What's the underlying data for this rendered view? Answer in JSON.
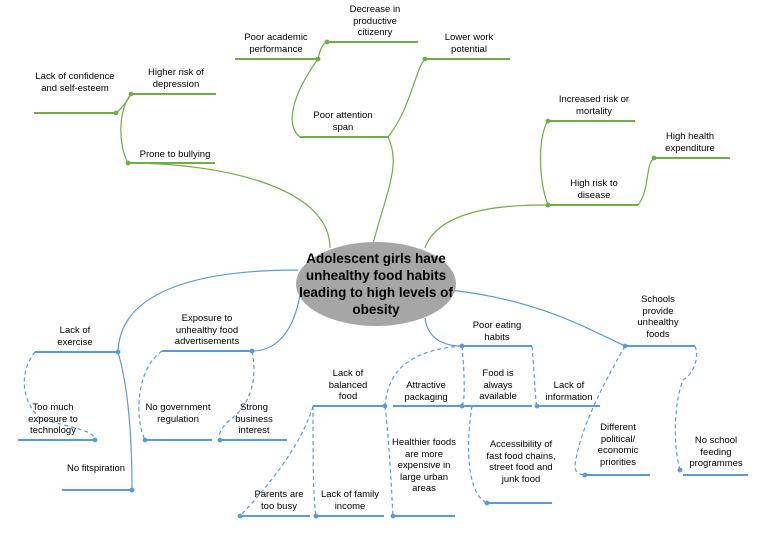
{
  "colors": {
    "effects": "#70ad47",
    "causes": "#5b9bd5",
    "center_fill": "#a6a6a6"
  },
  "center": {
    "text": "Adolescent girls have unhealthy food habits leading to high levels of obesity"
  },
  "effects": [
    {
      "id": "prone-bullying",
      "text": "Prone to bullying"
    },
    {
      "id": "higher-risk-depression",
      "text": "Higher risk of depression"
    },
    {
      "id": "lack-confidence",
      "text": "Lack of confidence and self-esteem"
    },
    {
      "id": "poor-attention-span",
      "text": "Poor attention span"
    },
    {
      "id": "poor-academic-performance",
      "text": "Poor academic performance"
    },
    {
      "id": "decrease-productive-citizenry",
      "text": "Decrease in productive citizenry"
    },
    {
      "id": "lower-work-potential",
      "text": "Lower work potential"
    },
    {
      "id": "high-risk-disease",
      "text": "High risk to disease"
    },
    {
      "id": "increased-risk-mortality",
      "text": "Increased risk or mortality"
    },
    {
      "id": "high-health-expenditure",
      "text": "High health expenditure"
    }
  ],
  "causes": [
    {
      "id": "lack-exercise",
      "text": "Lack of exercise"
    },
    {
      "id": "too-much-exposure-technology",
      "text": "Too much exposure to technology"
    },
    {
      "id": "no-fitspiration",
      "text": "No fitspiration"
    },
    {
      "id": "exposure-unhealthy-ads",
      "text": "Exposure to unhealthy food advertisements"
    },
    {
      "id": "no-government-regulation",
      "text": "No government regulation"
    },
    {
      "id": "strong-business-interest",
      "text": "Strong business interest"
    },
    {
      "id": "lack-balanced-food",
      "text": "Lack of balanced food"
    },
    {
      "id": "parents-too-busy",
      "text": "Parents are too busy"
    },
    {
      "id": "lack-family-income",
      "text": "Lack of family income"
    },
    {
      "id": "healthier-foods-expensive",
      "text": "Healthier foods are more expensive in large urban areas"
    },
    {
      "id": "poor-eating-habits",
      "text": "Poor eating habits"
    },
    {
      "id": "attractive-packaging",
      "text": "Attractive packaging"
    },
    {
      "id": "food-always-available",
      "text": "Food is always available"
    },
    {
      "id": "lack-information",
      "text": "Lack of information"
    },
    {
      "id": "accessibility-fast-food",
      "text": "Accessibility of fast food chains, street food and junk food"
    },
    {
      "id": "schools-unhealthy-foods",
      "text": "Schools provide unhealthy foods"
    },
    {
      "id": "different-priorities",
      "text": "Different political/ economic priorities"
    },
    {
      "id": "no-school-feeding",
      "text": "No school feeding programmes"
    }
  ]
}
